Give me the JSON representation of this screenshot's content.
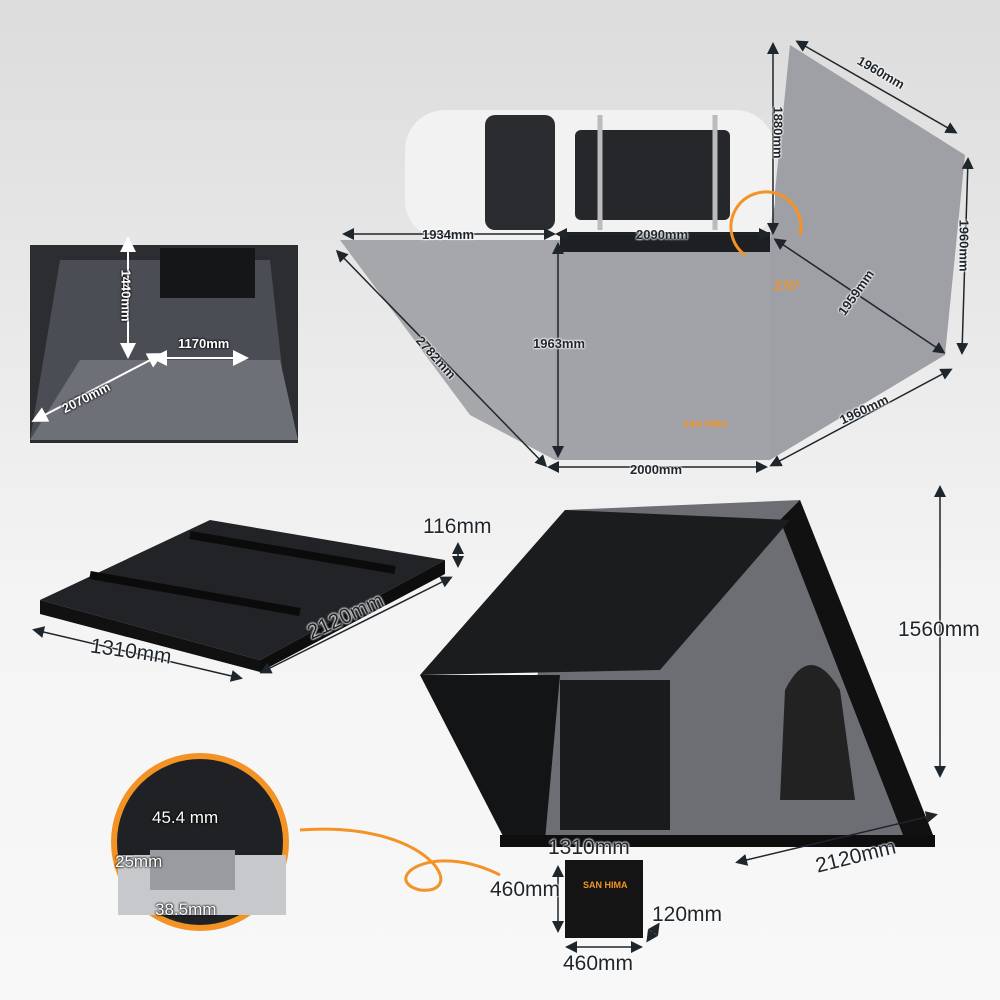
{
  "brand": "SAN HIMA",
  "colors": {
    "accent": "#f39325",
    "awning": "#a7a8ad",
    "tent_shell": "#1c1d1f",
    "tent_fabric": "#6e7076",
    "background": "#e6e6e6"
  },
  "awning": {
    "dims": {
      "top_right_edge": "1960mm",
      "height_top": "1880mm",
      "right_side": "1960mm",
      "left_extension": "1934mm",
      "car_length": "2090mm",
      "diagonal_right": "1959mm",
      "rotation": "270°",
      "left_diagonal": "2782mm",
      "depth": "1963mm",
      "bottom": "2000mm",
      "bottom_right": "1960mm"
    },
    "logo": "SAN HIMA"
  },
  "interior": {
    "height": "1440mm",
    "width": "1170mm",
    "length": "2070mm"
  },
  "folded": {
    "thickness": "116mm",
    "width": "1310mm",
    "length": "2120mm"
  },
  "tent": {
    "height": "1560mm",
    "width": "1310mm",
    "length": "2120mm"
  },
  "rail": {
    "top_width": "45.4 mm",
    "height": "25mm",
    "bottom_width": "38.5mm"
  },
  "bag": {
    "height": "460mm",
    "depth": "120mm",
    "width": "460mm",
    "logo": "SAN HIMA"
  }
}
